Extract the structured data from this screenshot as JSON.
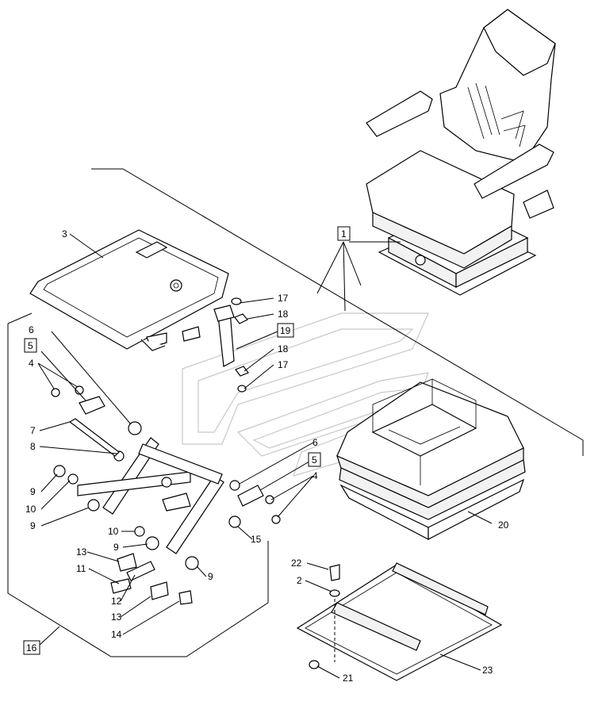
{
  "diagram": {
    "type": "exploded parts diagram",
    "callouts": {
      "c1": "1",
      "c2": "2",
      "c3": "3",
      "c4a": "4",
      "c4b": "4",
      "c5a": "5",
      "c5b": "5",
      "c6a": "6",
      "c6b": "6",
      "c7": "7",
      "c8": "8",
      "c9a": "9",
      "c9b": "9",
      "c9c": "9",
      "c9d": "9",
      "c10a": "10",
      "c10b": "10",
      "c11": "11",
      "c12": "12",
      "c13a": "13",
      "c13b": "13",
      "c14": "14",
      "c15": "15",
      "c16": "16",
      "c17a": "17",
      "c17b": "17",
      "c18a": "18",
      "c18b": "18",
      "c19": "19",
      "c20": "20",
      "c21": "21",
      "c22": "22",
      "c23": "23"
    },
    "boxed_callouts": [
      "1",
      "5",
      "16",
      "19"
    ]
  }
}
